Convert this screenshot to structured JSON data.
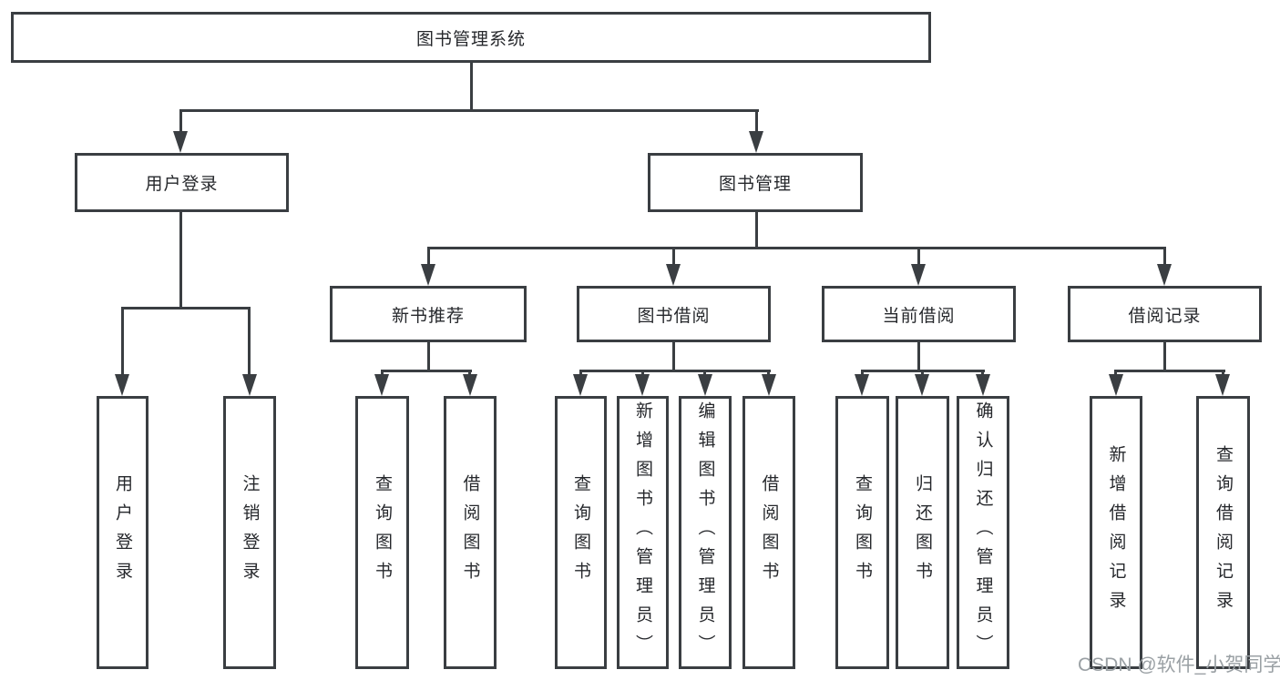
{
  "tree": {
    "root": "图书管理系统",
    "branches": [
      {
        "label": "用户登录",
        "leaves": [
          "用户登录",
          "注销登录"
        ]
      },
      {
        "label": "图书管理",
        "groups": [
          {
            "label": "新书推荐",
            "leaves": [
              "查询图书",
              "借阅图书"
            ]
          },
          {
            "label": "图书借阅",
            "leaves": [
              "查询图书",
              "新增图书（管理员）",
              "编辑图书（管理员）",
              "借阅图书"
            ]
          },
          {
            "label": "当前借阅",
            "leaves": [
              "查询图书",
              "归还图书",
              "确认归还（管理员）"
            ]
          },
          {
            "label": "借阅记录",
            "leaves": [
              "新增借阅记录",
              "查询借阅记录"
            ]
          }
        ]
      }
    ]
  },
  "watermark": {
    "text": "CSDN @软件_小贺同学"
  },
  "colors": {
    "line": "#3a3e42",
    "text": "#26282c",
    "watermark": "#9aa0a4",
    "background": "#ffffff"
  }
}
